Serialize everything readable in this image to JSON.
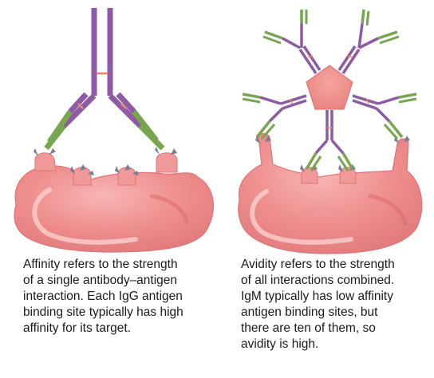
{
  "panels": {
    "affinity": {
      "caption_lines": [
        "Affinity refers to the strength",
        "of a single antibody–antigen",
        "interaction. Each IgG antigen",
        "binding site typically has high",
        "affinity for its target."
      ]
    },
    "avidity": {
      "caption_lines": [
        "Avidity refers to the strength",
        "of all interactions combined.",
        "IgM typically has low affinity",
        "antigen binding sites, but",
        "there are ten of them, so",
        "avidity is high."
      ]
    }
  },
  "colors": {
    "heavy_chain": "#8d5aa3",
    "light_chain_variable": "#77a64f",
    "disulfide": "#f0885a",
    "cell_body": "#ef8f8f",
    "cell_highlight": "#f8c0bf",
    "cell_shadow": "#e06f72",
    "epitope": "#7a7c9a",
    "j_chain": "#ec8d88"
  }
}
